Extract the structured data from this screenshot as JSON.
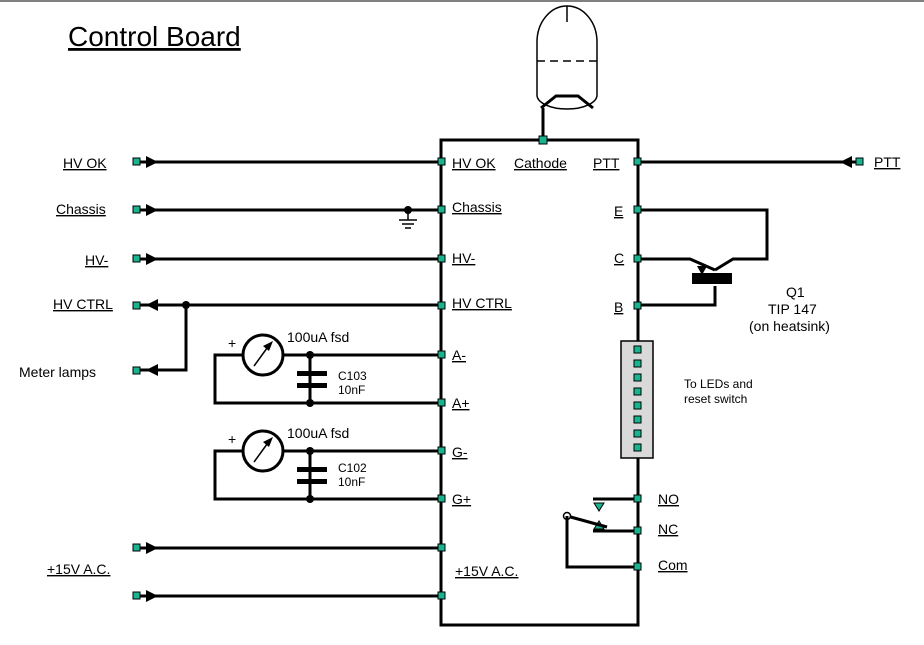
{
  "title": "Control Board",
  "left_labels": {
    "hv_ok": "HV OK",
    "chassis": "Chassis",
    "hv_minus": "HV-",
    "hv_ctrl": "HV CTRL",
    "meter_lamps": "Meter lamps",
    "ac15": "+15V A.C."
  },
  "board_labels": {
    "hv_ok": "HV OK",
    "cathode": "Cathode",
    "ptt": "PTT",
    "chassis": "Chassis",
    "e": "E",
    "hv_minus": "HV-",
    "c": "C",
    "hv_ctrl": "HV CTRL",
    "b": "B",
    "a_minus": "A-",
    "a_plus": "A+",
    "g_minus": "G-",
    "g_plus": "G+",
    "no": "NO",
    "nc": "NC",
    "com": "Com",
    "ac15": "+15V A.C."
  },
  "right_labels": {
    "ptt": "PTT"
  },
  "transistor": {
    "ref": "Q1",
    "part": "TIP 147",
    "note": "(on heatsink)"
  },
  "meter1": {
    "label": "100uA fsd",
    "polarity": "+"
  },
  "meter2": {
    "label": "100uA fsd",
    "polarity": "+"
  },
  "cap1": {
    "ref": "C103",
    "value": "10nF"
  },
  "cap2": {
    "ref": "C102",
    "value": "10nF"
  },
  "connector_note": {
    "line1": "To LEDs and",
    "line2": "reset switch"
  },
  "colors": {
    "pad": "#19b38f",
    "line": "#000000",
    "connector_fill": "#d9d9d9"
  }
}
